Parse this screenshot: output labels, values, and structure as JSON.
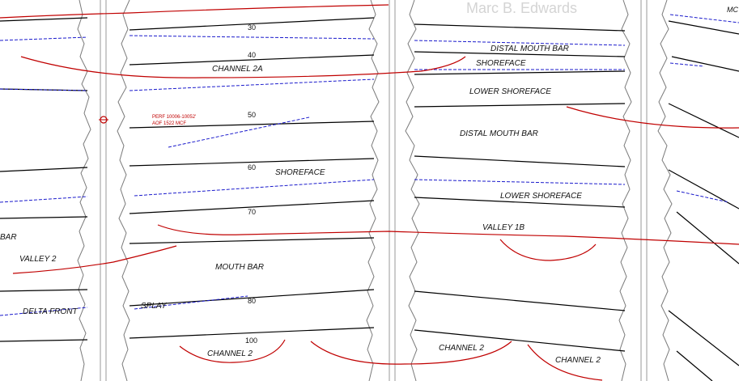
{
  "watermark": "Marc B. Edwards",
  "perforation": {
    "line1": "PERF 10006-10052'",
    "line2": "AOF 1522 MCF"
  },
  "depth_labels": [
    "30",
    "40",
    "50",
    "60",
    "70",
    "80",
    "100"
  ],
  "facies_labels": {
    "channel_2a": "CHANNEL 2A",
    "shoreface_upper": "SHOREFACE",
    "mouth_bar_left": "MOUTH BAR",
    "splay": "SPLAY",
    "channel_2_left": "CHANNEL 2",
    "valley_2": "VALLEY 2",
    "bar_left": "BAR",
    "delta_front": "DELTA FRONT",
    "distal_mouth_bar_top": "DISTAL MOUTH BAR",
    "shoreface_right": "SHOREFACE",
    "lower_shoreface_top": "LOWER SHOREFACE",
    "distal_mouth_bar_mid": "DISTAL MOUTH BAR",
    "lower_shoreface_mid": "LOWER SHOREFACE",
    "valley_1b": "VALLEY 1B",
    "channel_2_mid": "CHANNEL 2",
    "channel_2_right": "CHANNEL 2",
    "mc_partial": "MC"
  },
  "colors": {
    "boundary_red": "#c00000",
    "correlation_blue": "#1a1acc",
    "correlation_black": "#000000",
    "log_gray": "#808080",
    "track_gray": "#9a9a9a"
  }
}
